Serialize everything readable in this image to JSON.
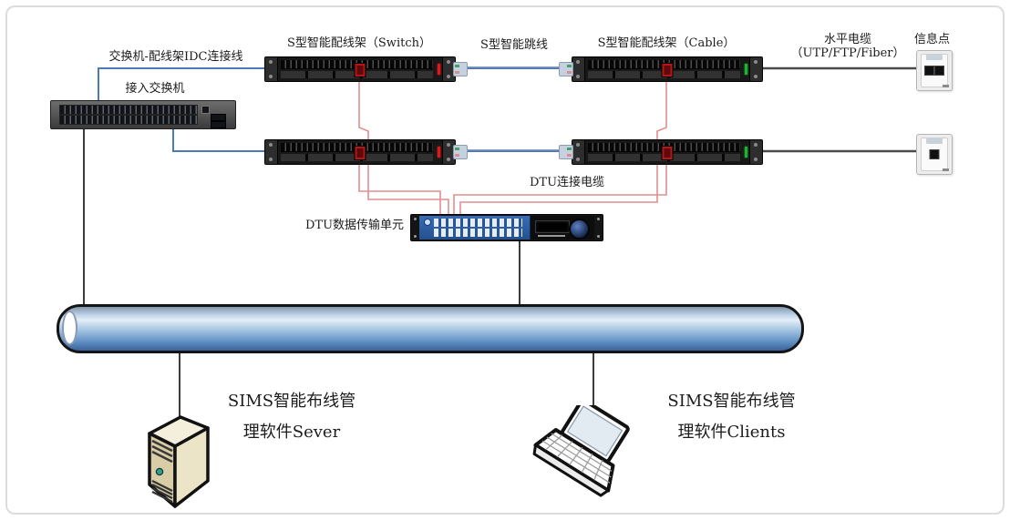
{
  "labels": {
    "idc_link": "交换机-配线架IDC连接线",
    "access_switch": "接入交换机",
    "panel_switch": "S型智能配线架（Switch）",
    "jumper": "S型智能跳线",
    "panel_cable": "S型智能配线架（Cable）",
    "horizontal_cable_line1": "水平电缆",
    "horizontal_cable_line2": "（UTP/FTP/Fiber）",
    "info_point": "信息点",
    "dtu_cable": "DTU连接电缆",
    "dtu_unit": "DTU数据传输单元",
    "server_line1": "SIMS智能布线管",
    "server_line2": "理软件Sever",
    "clients_line1": "SIMS智能布线管",
    "clients_line2": "理软件Clients"
  },
  "icons": {
    "access_switch": "rack-switch-icon",
    "patch_panel": "patch-panel-icon",
    "jumper_connector": "rj45-connector-icon",
    "wall_outlet_double": "wall-outlet-2port-icon",
    "wall_outlet_single": "wall-outlet-1port-icon",
    "dtu": "dtu-rack-unit-icon",
    "backbone": "pipe-bus-icon",
    "server": "tower-server-icon",
    "clients": "laptop-icon"
  },
  "colors": {
    "switch_link_line": "#4a7ab8",
    "dtu_link_line": "#e08d8d",
    "backbone_line": "#3c3c3c",
    "horizontal_cable_line": "#4a4a4a",
    "pipe_body": "#7fa8d4",
    "switch_panel_led": "#e01818",
    "cable_panel_led": "#19b530",
    "dtu_body": "#2b5ca8"
  }
}
